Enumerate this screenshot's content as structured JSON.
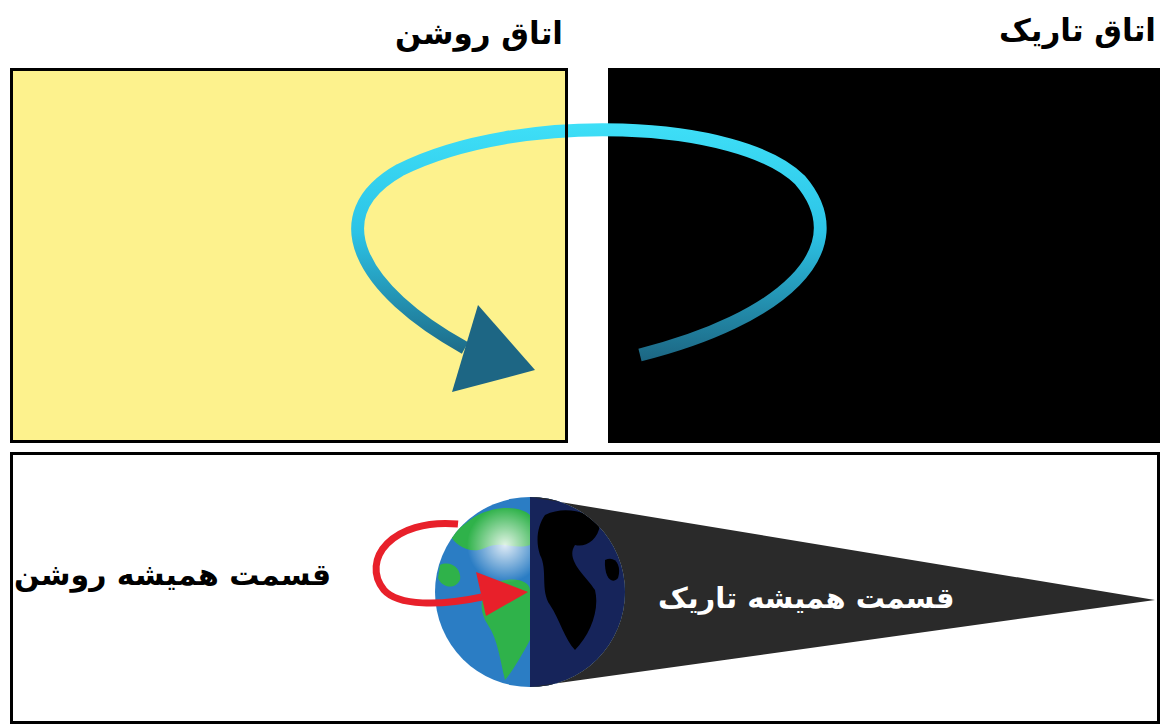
{
  "diagram": {
    "nodes": [
      {
        "text": [
          "اتاق روشن"
        ]
      },
      {
        "text": [
          "اتاق تاریک"
        ]
      },
      {
        "text": [
          "قسمت همیشه تاریک"
        ]
      }
    ],
    "edges": [
      {
        "from": 1,
        "to": 0,
        "arrow": "to"
      }
    ],
    "labels": [
      "قسمت همیشه روشن"
    ]
  }
}
